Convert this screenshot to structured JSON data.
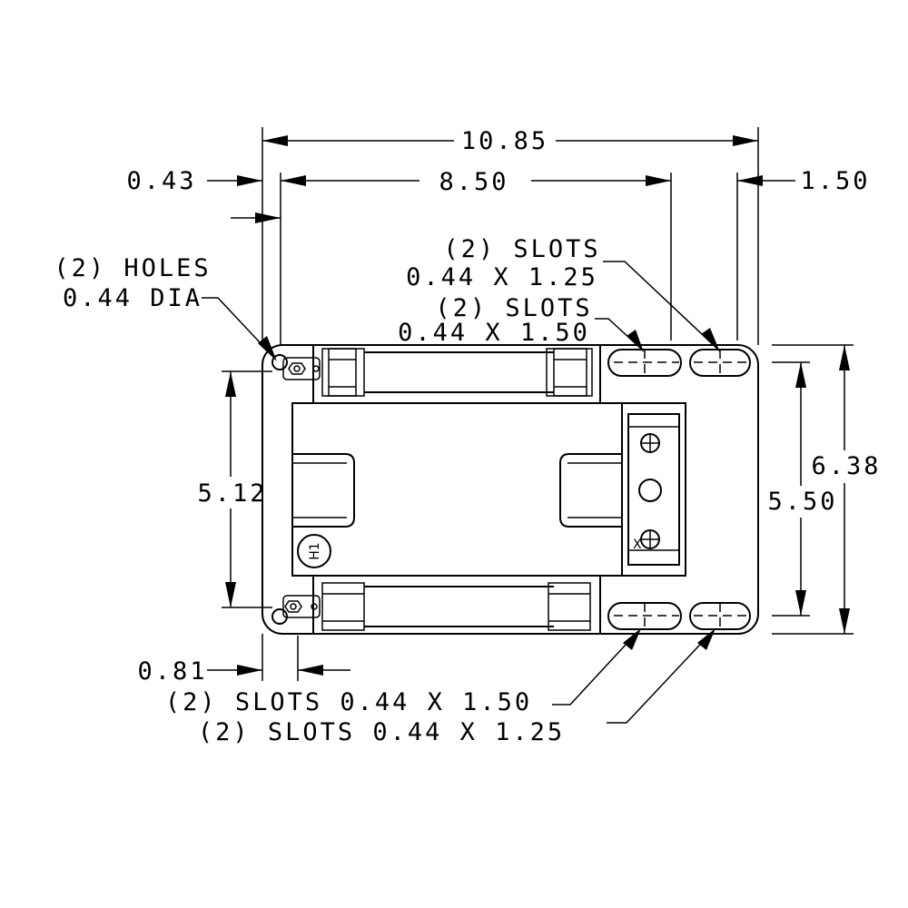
{
  "dimensions": {
    "overall_width": "10.85",
    "hole_spacing": "8.50",
    "hole_offset": "0.43",
    "slot_offset": "1.50",
    "overall_height": "6.38",
    "slot_spacing_vertical": "5.50",
    "hole_spacing_vertical": "5.12",
    "bottom_offset": "0.81"
  },
  "callouts": {
    "holes_line1": "(2) HOLES",
    "holes_line2": "0.44 DIA",
    "slots_125_top_line1": "(2) SLOTS",
    "slots_125_top_line2": "0.44 X 1.25",
    "slots_150_top_line1": "(2) SLOTS",
    "slots_150_top_line2": "0.44 X 1.50",
    "slots_150_bottom": "(2) SLOTS 0.44 X 1.50",
    "slots_125_bottom": "(2) SLOTS 0.44 X 1.25"
  },
  "symbols": {
    "terminal_mark": "H1",
    "x_mark": "X"
  }
}
